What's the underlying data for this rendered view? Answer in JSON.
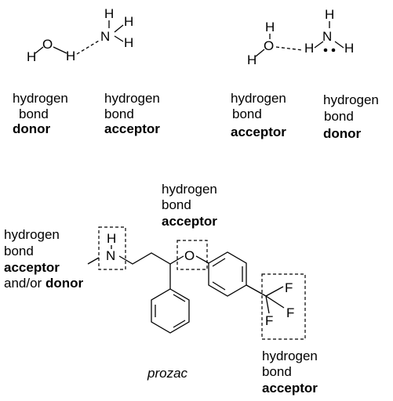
{
  "colors": {
    "ink": "#000000",
    "background": "#ffffff"
  },
  "atoms": {
    "H": "H",
    "O": "O",
    "N": "N",
    "F": "F"
  },
  "lone_pair": "••",
  "water_ammonia_1": {
    "left_label": {
      "line1": "hydrogen",
      "line2": "bond",
      "line3": "donor"
    },
    "right_label": {
      "line1": "hydrogen",
      "line2": "bond",
      "line3": "acceptor"
    }
  },
  "water_ammonia_2": {
    "left_label": {
      "line1": "hydrogen",
      "line2": "bond",
      "line3": "acceptor"
    },
    "right_label": {
      "line1": "hydrogen",
      "line2": "bond",
      "line3": "donor"
    }
  },
  "prozac": {
    "name": "prozac",
    "amine_label": {
      "line1": "hydrogen",
      "line2": "bond",
      "line3": "acceptor",
      "line4_pre": "and/or ",
      "line4_bold": "donor"
    },
    "ether_label": {
      "line1": "hydrogen",
      "line2": "bond",
      "line3": "acceptor"
    },
    "cf3_label": {
      "line1": "hydrogen",
      "line2": "bond",
      "line3": "acceptor"
    }
  }
}
